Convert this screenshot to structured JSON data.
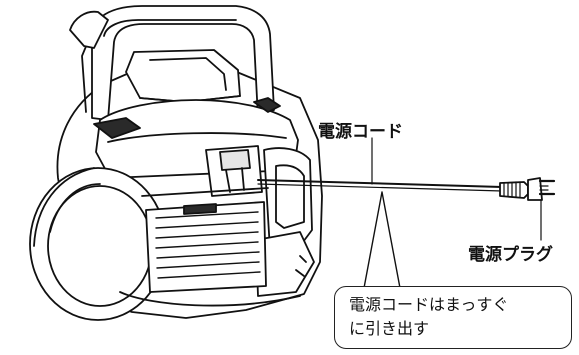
{
  "labels": {
    "power_cord": "電源コード",
    "power_plug": "電源プラグ"
  },
  "callout": {
    "line1": "電源コードはまっすぐ",
    "line2": "に引き出す"
  },
  "colors": {
    "stroke": "#111111",
    "body_fill": "#ffffff",
    "shade_fill": "#e6e6e6",
    "dark_fill": "#2a2a2a"
  }
}
